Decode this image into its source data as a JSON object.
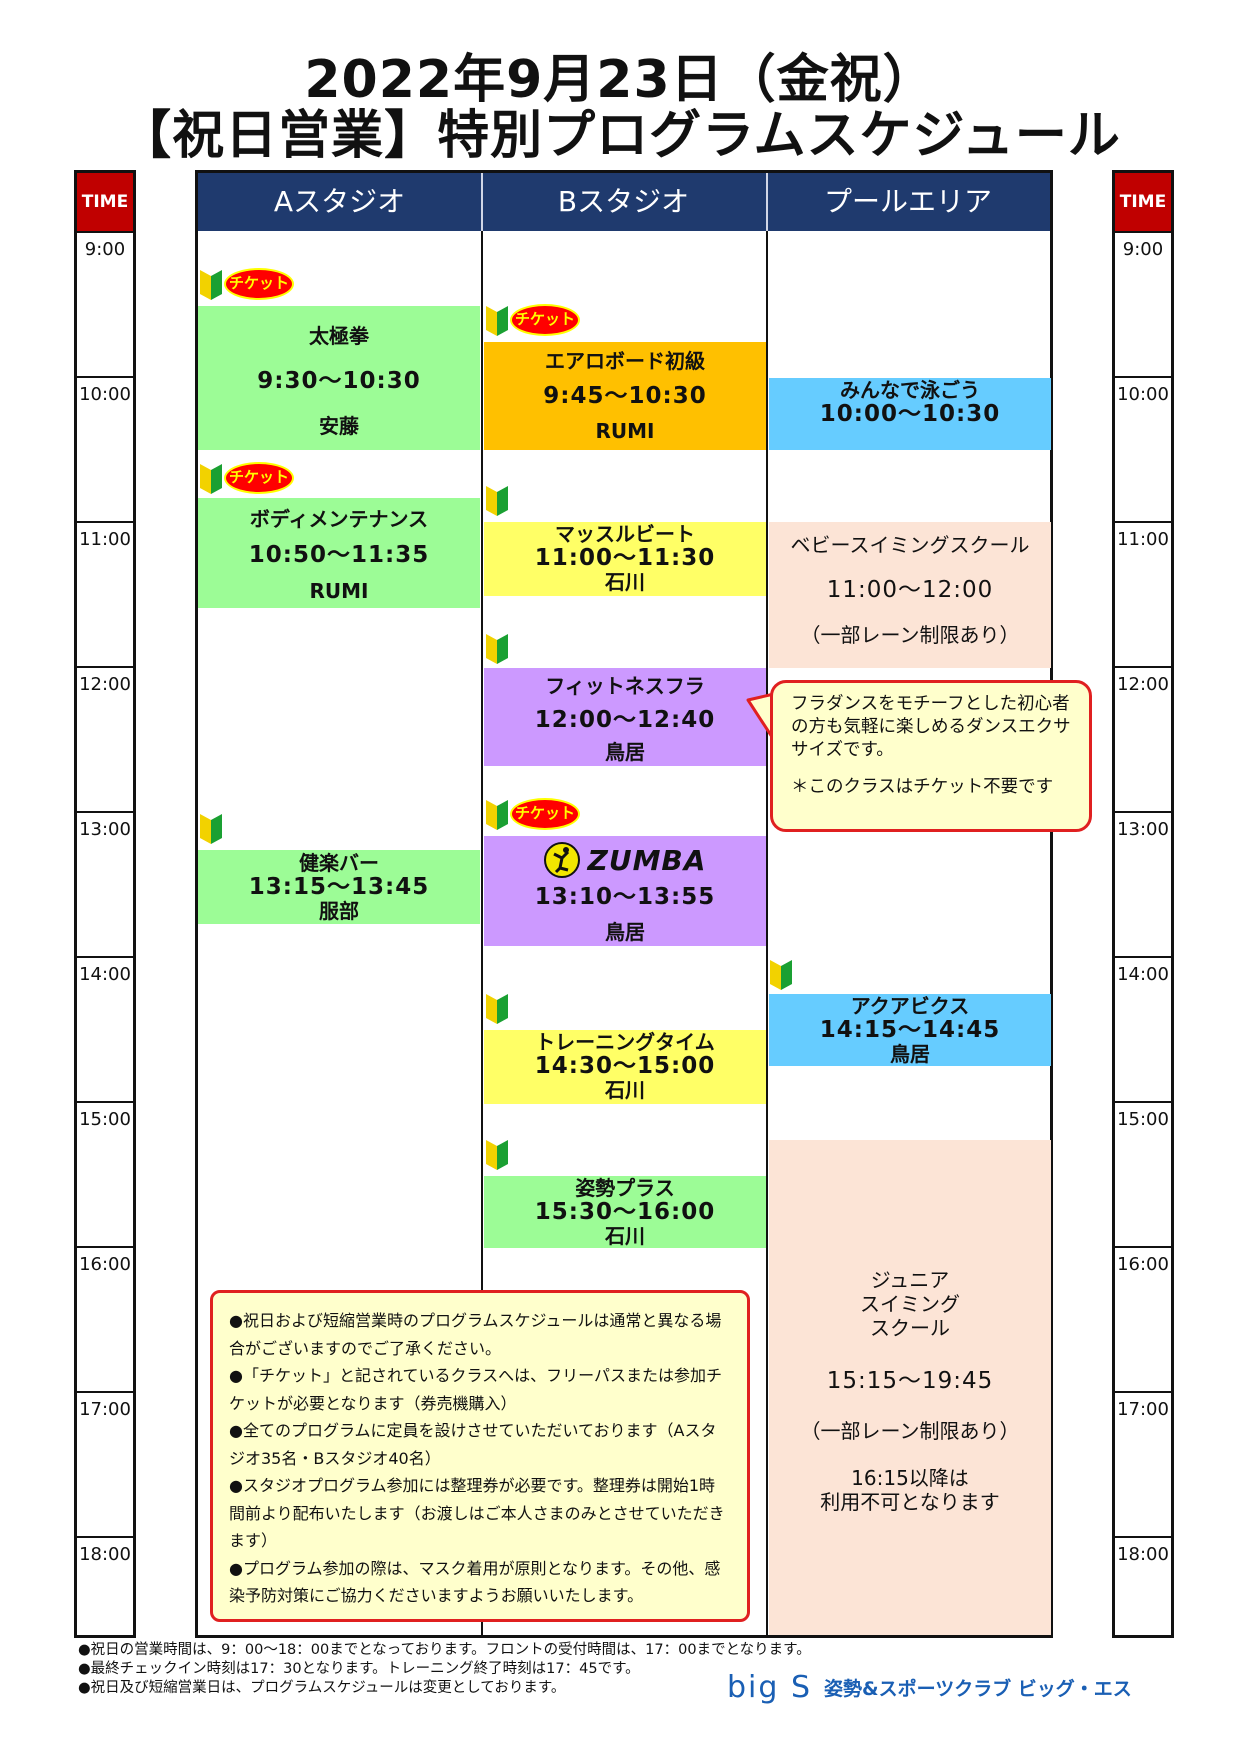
{
  "title": {
    "line1": "2022年9月23日（金祝）",
    "line2": "【祝日営業】特別プログラムスケジュール"
  },
  "time_column": {
    "header": "TIME",
    "slots": [
      "9:00",
      "10:00",
      "11:00",
      "12:00",
      "13:00",
      "14:00",
      "15:00",
      "16:00",
      "17:00",
      "18:00"
    ]
  },
  "studios": [
    "Aスタジオ",
    "Bスタジオ",
    "プールエリア"
  ],
  "ticket_label": "チケット",
  "programs": {
    "a1": {
      "name": "太極拳",
      "time": "9:30～10:30",
      "instructor": "安藤"
    },
    "a2": {
      "name": "ボディメンテナンス",
      "time": "10:50～11:35",
      "instructor": "RUMI"
    },
    "a3": {
      "name": "健楽バー",
      "time": "13:15～13:45",
      "instructor": "服部"
    },
    "b1": {
      "name": "エアロボード初級",
      "time": "9:45～10:30",
      "instructor": "RUMI"
    },
    "b2": {
      "name": "マッスルビート",
      "time": "11:00～11:30",
      "instructor": "石川"
    },
    "b3": {
      "name": "フィットネスフラ",
      "time": "12:00～12:40",
      "instructor": "鳥居"
    },
    "b4": {
      "name": "ZUMBA",
      "time": "13:10～13:55",
      "instructor": "鳥居"
    },
    "b5": {
      "name": "トレーニングタイム",
      "time": "14:30～15:00",
      "instructor": "石川"
    },
    "b6": {
      "name": "姿勢プラス",
      "time": "15:30～16:00",
      "instructor": "石川"
    },
    "p1": {
      "name": "みんなで泳ごう",
      "time": "10:00～10:30"
    },
    "p2": {
      "name": "ベビースイミングスクール",
      "time": "11:00～12:00",
      "note": "（一部レーン制限あり）"
    },
    "p3": {
      "name": "アクアビクス",
      "time": "14:15～14:45",
      "instructor": "鳥居"
    },
    "p4": {
      "name_line1": "ジュニア",
      "name_line2": "スイミング",
      "name_line3": "スクール",
      "time": "15:15～19:45",
      "note": "（一部レーン制限あり）",
      "note2_line1": "16:15以降は",
      "note2_line2": "利用不可となります"
    }
  },
  "callout": {
    "text": "フラダンスをモチーフとした初心者の方も気軽に楽しめるダンスエクササイズです。",
    "note": "＊このクラスはチケット不要です"
  },
  "notice": [
    "●祝日および短縮営業時のプログラムスケジュールは通常と異なる場合がございますのでご了承ください。",
    "●「チケット」と記されているクラスへは、フリーパスまたは参加チケットが必要となります（券売機購入）",
    "●全てのプログラムに定員を設けさせていただいております（Aスタジオ35名・Bスタジオ40名）",
    "●スタジオプログラム参加には整理券が必要です。整理券は開始1時間前より配布いたします（お渡しはご本人さまのみとさせていただきます）",
    "●プログラム参加の際は、マスク着用が原則となります。その他、感染予防対策にご協力くださいますようお願いいたします。"
  ],
  "footer": [
    "●祝日の営業時間は、9：00～18：00までとなっております。フロントの受付時間は、17：00までとなります。",
    "●最終チェックイン時刻は17：30となります。トレーニング終了時刻は17：45です。",
    "●祝日及び短縮営業日は、プログラムスケジュールは変更としております。"
  ],
  "logo": {
    "brand": "big S",
    "club": "姿勢&スポーツクラブ ビッグ・エス"
  },
  "colors": {
    "header_navy": "#1f3a6e",
    "time_red": "#c00000",
    "green": "#9cfc96",
    "orange": "#ffc000",
    "blue": "#66ccff",
    "peach": "#fce4d6",
    "yellow": "#ffff66",
    "purple": "#cc99ff"
  }
}
